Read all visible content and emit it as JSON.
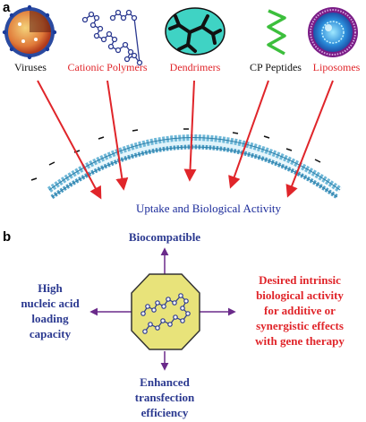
{
  "panel_a": {
    "label": "a",
    "carriers": [
      {
        "label": "Viruses",
        "color": "#111111",
        "icon": "virus-icon"
      },
      {
        "label": "Cationic Polymers",
        "color": "#e0252a",
        "icon": "polymer-chain-icon"
      },
      {
        "label": "Dendrimers",
        "color": "#e0252a",
        "icon": "dendrimer-icon"
      },
      {
        "label": "CP Peptides",
        "color": "#111111",
        "icon": "peptide-helix-icon"
      },
      {
        "label": "Liposomes",
        "color": "#e0252a",
        "icon": "liposome-icon"
      }
    ],
    "target": "Uptake and Biological Activity",
    "arrow_color": "#e0252a",
    "membrane_color": "#6fb8d8"
  },
  "panel_b": {
    "label": "b",
    "top": "Biocompatible",
    "left": [
      "High",
      "nucleic acid",
      "loading",
      "capacity"
    ],
    "right": [
      "Desired intrinsic",
      "biological activity",
      "for additive or",
      "synergistic effects",
      "with gene therapy"
    ],
    "bottom": [
      "Enhanced",
      "transfection",
      "efficiency"
    ],
    "octagon_color": "#e8e37a",
    "axis_color": "#6a2a8a"
  }
}
